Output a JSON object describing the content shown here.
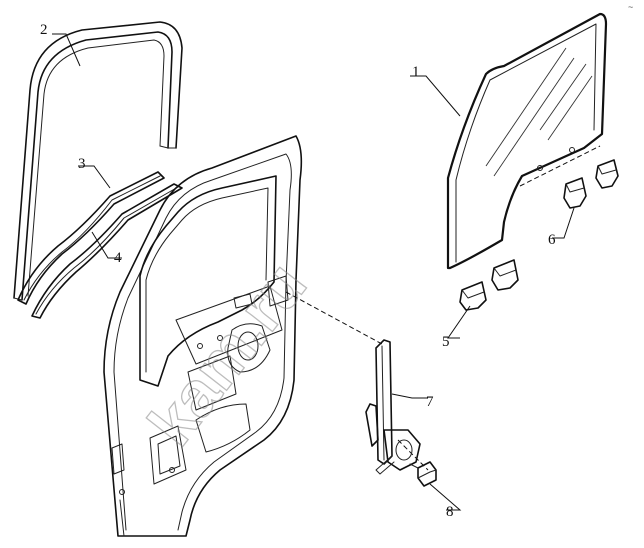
{
  "callouts": [
    {
      "id": "1",
      "label": "1"
    },
    {
      "id": "2",
      "label": "2"
    },
    {
      "id": "3",
      "label": "3"
    },
    {
      "id": "4",
      "label": "4"
    },
    {
      "id": "5",
      "label": "5"
    },
    {
      "id": "6",
      "label": "6"
    },
    {
      "id": "7",
      "label": "7"
    },
    {
      "id": "8",
      "label": "8"
    }
  ],
  "watermark": "kam.ru",
  "corner_mark": "~",
  "colors": {
    "ink": "#111111",
    "background": "#ffffff",
    "watermark": "#888888"
  }
}
